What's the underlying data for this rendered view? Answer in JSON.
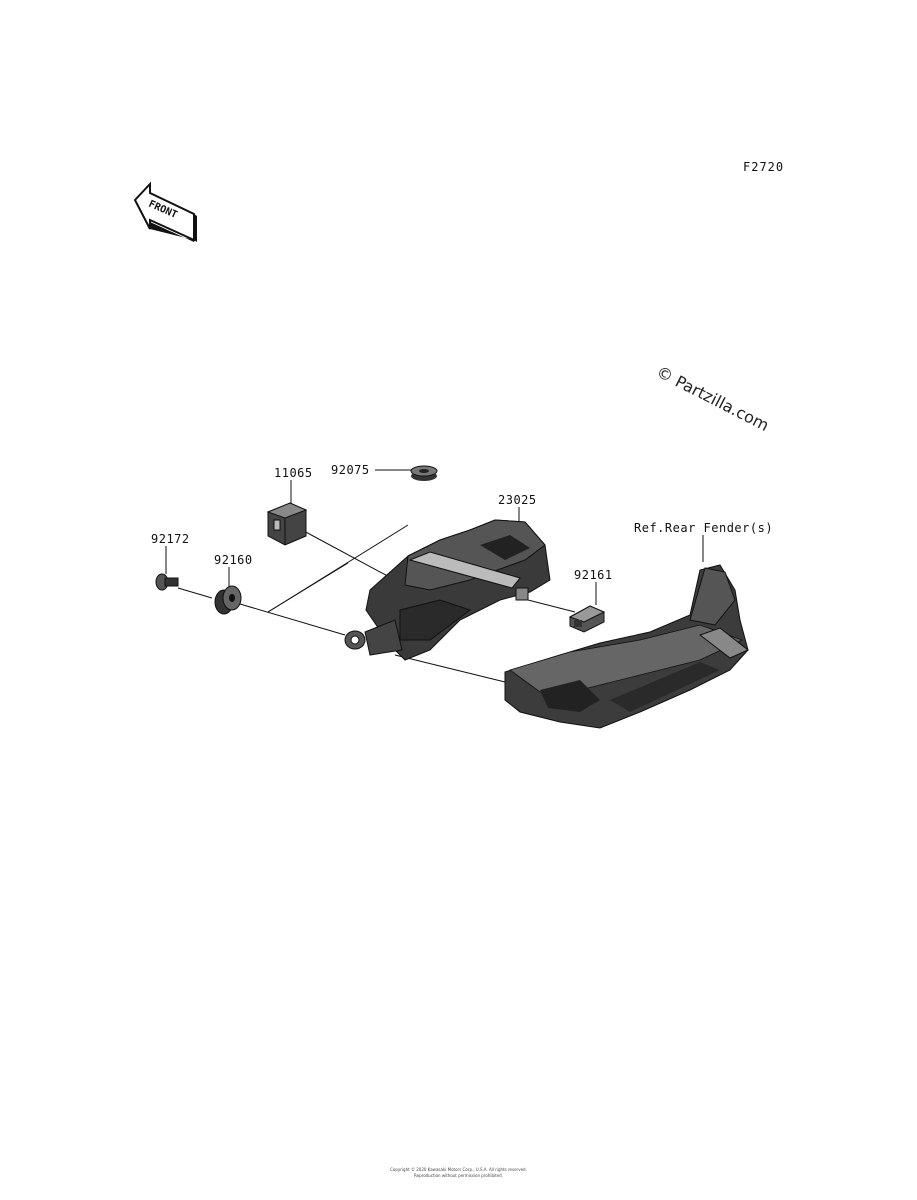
{
  "figure_code": "F2720",
  "watermark": "© Partzilla.com",
  "front_arrow": {
    "label": "FRONT"
  },
  "parts": [
    {
      "id": "p-11065",
      "number": "11065"
    },
    {
      "id": "p-92075",
      "number": "92075"
    },
    {
      "id": "p-23025",
      "number": "23025"
    },
    {
      "id": "p-92172",
      "number": "92172"
    },
    {
      "id": "p-92160",
      "number": "92160"
    },
    {
      "id": "p-92161",
      "number": "92161"
    },
    {
      "id": "p-ref",
      "number": "Ref.Rear Fender(s)"
    }
  ],
  "footer": {
    "line1": "Copyright © 2020 Kawasaki Motors Corp., U.S.A. All rights reserved.",
    "line2": "Reproduction without permission prohibited."
  }
}
